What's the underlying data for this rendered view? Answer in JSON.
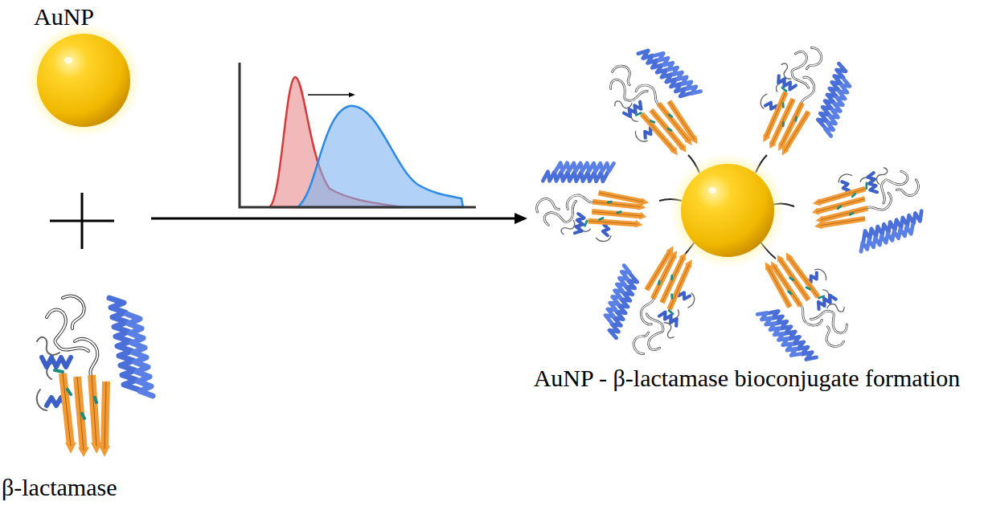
{
  "diagram": {
    "labels": [
      "AuNP",
      "β-lactamase",
      "AuNP - β-lactamase bioconjugate formation"
    ]
  }
}
